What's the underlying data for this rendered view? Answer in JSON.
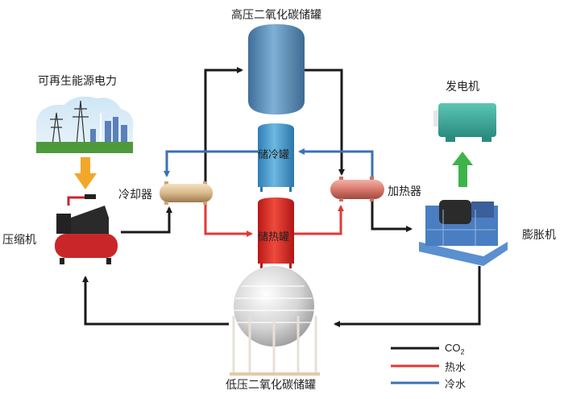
{
  "labels": {
    "hp_tank": "高压二氧化碳储罐",
    "renewable": "可再生能源电力",
    "generator": "发电机",
    "cooler": "冷却器",
    "heater": "加热器",
    "cold_tank": "储冷罐",
    "hot_tank": "储热罐",
    "compressor": "压缩机",
    "expander": "膨胀机",
    "lp_tank": "低压二氧化碳储罐"
  },
  "legend": [
    {
      "label": "CO",
      "sub": "2",
      "color": "#1a1a1a"
    },
    {
      "label": "热水",
      "color": "#e03a34"
    },
    {
      "label": "冷水",
      "color": "#3d6fb6"
    }
  ],
  "colors": {
    "co2": "#1a1a1a",
    "hot_water": "#e03a34",
    "cold_water": "#3d6fb6",
    "power_arrow": "#f2a72a",
    "output_arrow": "#3db34a"
  }
}
